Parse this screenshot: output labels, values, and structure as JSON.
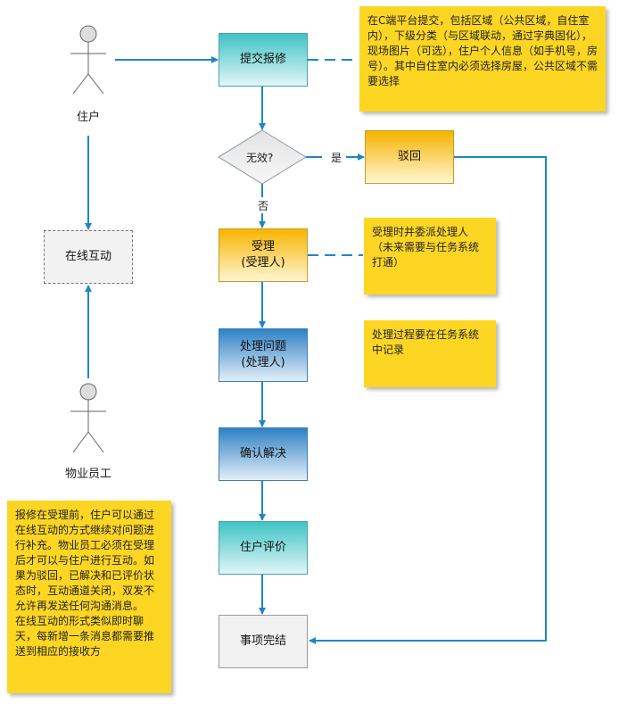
{
  "actors": {
    "resident": "住户",
    "staff": "物业员工"
  },
  "nodes": {
    "submit": "提交报修",
    "decision": "无效?",
    "reject": "驳回",
    "accept": "受理\n(受理人)",
    "handle": "处理问题\n(处理人)",
    "confirm": "确认解决",
    "evaluate": "住户评价",
    "done": "事项完结",
    "interaction": "在线互动"
  },
  "edges": {
    "yes": "是",
    "no": "否"
  },
  "notes": {
    "submit_note": "在C端平台提交，包括区域（公共区域，自住室内），下级分类（与区域联动，通过字典固化），现场图片（可选），住户个人信息（如手机号，房号）。其中自住室内必须选择房屋，公共区域不需要选择",
    "accept_note": "受理时并委派处理人\n（未来需要与任务系统打通）",
    "handle_note": "处理过程要在任务系统中记录",
    "interaction_note": "报修在受理前，住户可以通过在线互动的方式继续对问题进行补充。物业员工必须在受理后才可以与住户进行互动。如果为驳回，已解决和已评价状态时，互动通道关闭，双发不允许再发送任何沟通消息。\n在线互动的形式类似即时聊天，每新增一条消息都需要推送到相应的接收方"
  },
  "colors": {
    "connector": "#1f86c6",
    "note": "#fdd623"
  }
}
